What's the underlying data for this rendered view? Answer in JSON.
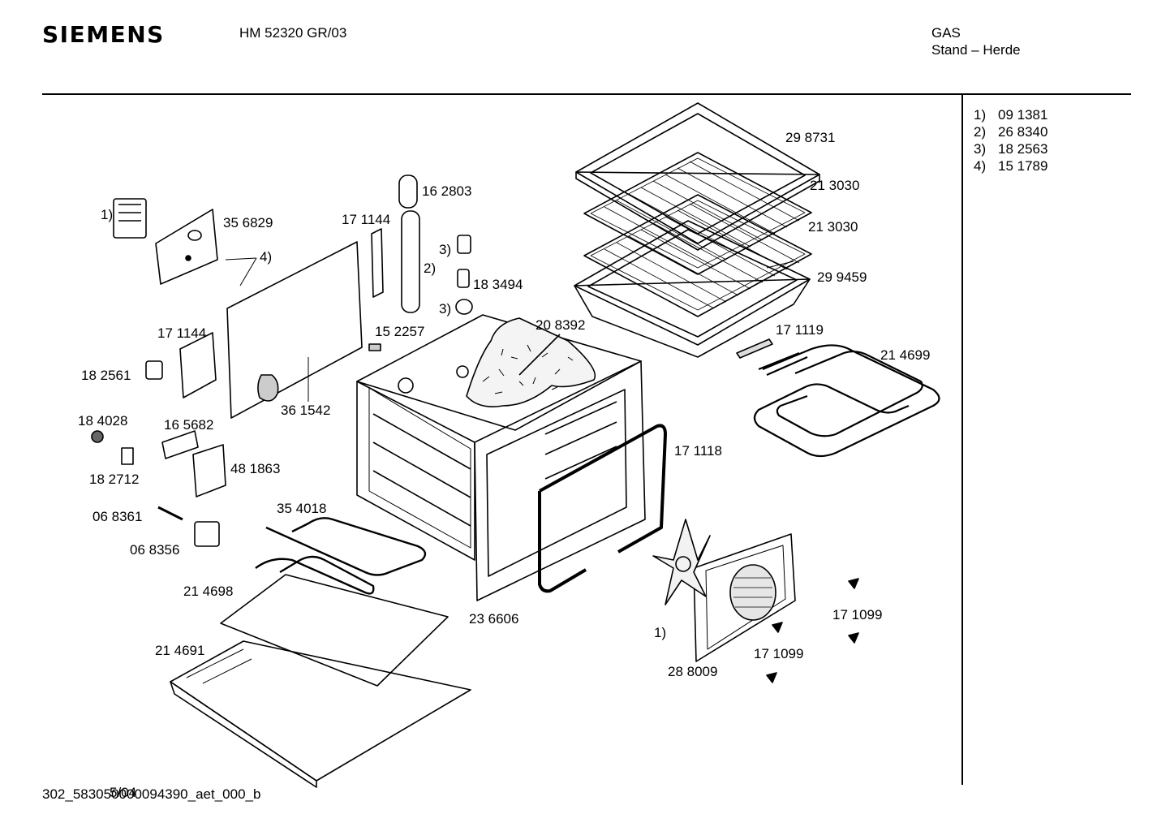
{
  "header": {
    "brand": "SIEMENS",
    "model": "HM 52320 GR/03",
    "category_line1": "GAS",
    "category_line2": "Stand – Herde"
  },
  "footer": {
    "doc_code_a": "302_58305",
    "doc_code_b": "0000094390_aet_000_b",
    "overprint": "5/04"
  },
  "legend": [
    {
      "key": "1)",
      "part": "09 1381"
    },
    {
      "key": "2)",
      "part": "26 8340"
    },
    {
      "key": "3)",
      "part": "18 2563"
    },
    {
      "key": "4)",
      "part": "15 1789"
    }
  ],
  "parts": [
    {
      "id": "p298731",
      "label": "29 8731"
    },
    {
      "id": "p213030a",
      "label": "21 3030"
    },
    {
      "id": "p213030b",
      "label": "21 3030"
    },
    {
      "id": "p299459",
      "label": "29 9459"
    },
    {
      "id": "p162803",
      "label": "16 2803"
    },
    {
      "id": "p171144a",
      "label": "17 1144"
    },
    {
      "id": "p356829",
      "label": "35 6829"
    },
    {
      "id": "p183494",
      "label": "18 3494"
    },
    {
      "id": "p208392",
      "label": "20 8392"
    },
    {
      "id": "p152257",
      "label": "15 2257"
    },
    {
      "id": "p171119",
      "label": "17 1119"
    },
    {
      "id": "p214699",
      "label": "21 4699"
    },
    {
      "id": "p171144b",
      "label": "17 1144"
    },
    {
      "id": "p182561",
      "label": "18 2561"
    },
    {
      "id": "p361542",
      "label": "36 1542"
    },
    {
      "id": "p184028",
      "label": "18 4028"
    },
    {
      "id": "p165682",
      "label": "16 5682"
    },
    {
      "id": "p182712",
      "label": "18 2712"
    },
    {
      "id": "p481863",
      "label": "48 1863"
    },
    {
      "id": "p171118",
      "label": "17 1118"
    },
    {
      "id": "p068361",
      "label": "06 8361"
    },
    {
      "id": "p354018",
      "label": "35 4018"
    },
    {
      "id": "p068356",
      "label": "06 8356"
    },
    {
      "id": "p214698",
      "label": "21 4698"
    },
    {
      "id": "p236606",
      "label": "23 6606"
    },
    {
      "id": "p171099a",
      "label": "17 1099"
    },
    {
      "id": "p171099b",
      "label": "17 1099"
    },
    {
      "id": "p214691",
      "label": "21 4691"
    },
    {
      "id": "p288009",
      "label": "28 8009"
    }
  ],
  "refs": [
    {
      "id": "r1a",
      "label": "1)"
    },
    {
      "id": "r4",
      "label": "4)"
    },
    {
      "id": "r3a",
      "label": "3)"
    },
    {
      "id": "r2",
      "label": "2)"
    },
    {
      "id": "r3b",
      "label": "3)"
    },
    {
      "id": "r1b",
      "label": "1)"
    }
  ]
}
